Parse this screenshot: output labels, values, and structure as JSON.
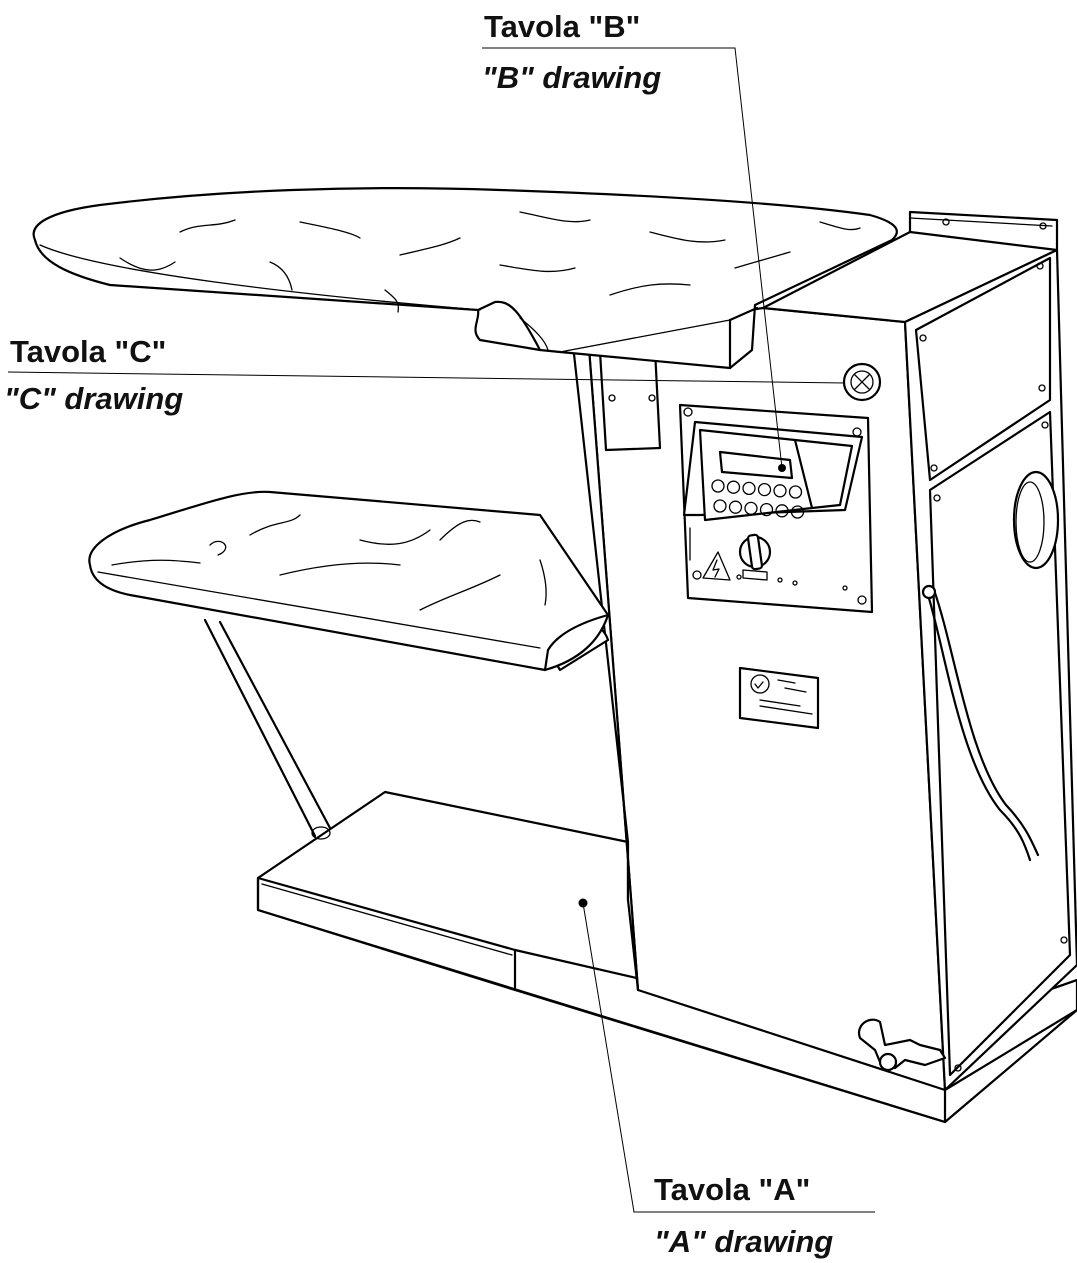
{
  "callouts": {
    "b": {
      "title": "Tavola \"B\"",
      "subtitle": "\"B\" drawing"
    },
    "c": {
      "title": "Tavola \"C\"",
      "subtitle": "\"C\" drawing"
    },
    "a": {
      "title": "Tavola \"A\"",
      "subtitle": "\"A\" drawing"
    }
  },
  "control_panel": {
    "button_count": 12
  }
}
